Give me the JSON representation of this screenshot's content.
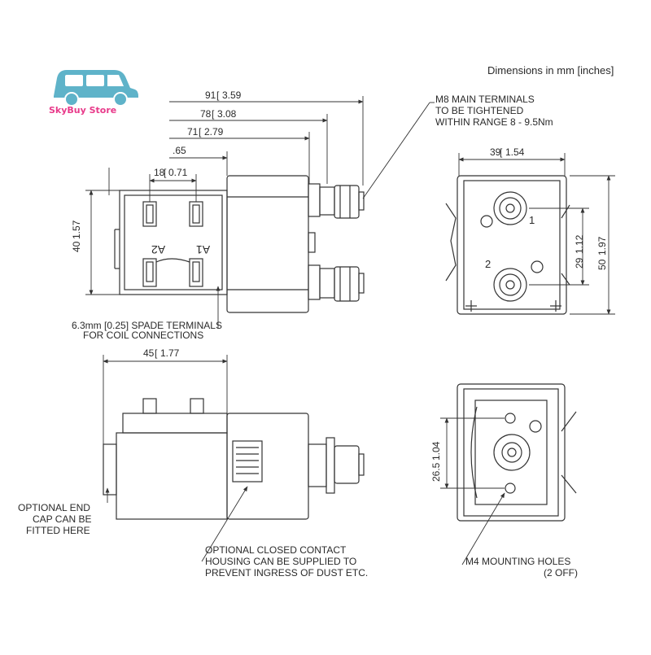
{
  "brand": {
    "store_name": "SkyBuy Store",
    "car_color": "#5fb3c9",
    "text_color": "#e83a8a"
  },
  "header": {
    "units_note": "Dimensions in mm [inches]"
  },
  "dimensions": {
    "overall_91": "91",
    "overall_91_in": "3.59",
    "overall_78": "78",
    "overall_78_in": "3.08",
    "overall_71": "71",
    "overall_71_in": "2.79",
    "partial_65": ".65",
    "spade_pitch": "18",
    "spade_pitch_in": "0.71",
    "height_40": "40",
    "height_40_in": "1.57",
    "width_39": "39",
    "width_39_in": "1.54",
    "terminal_pitch": "29",
    "terminal_pitch_in": "1.12",
    "height_50": "50",
    "height_50_in": "1.97",
    "length_45": "45",
    "length_45_in": "1.77",
    "mount_pitch": "26.5",
    "mount_pitch_in": "1.04"
  },
  "terminal_labels": {
    "a1": "A1",
    "a2": "A2",
    "t1": "1",
    "t2": "2"
  },
  "notes": {
    "main_terminals": [
      "M8 MAIN TERMINALS",
      "TO BE TIGHTENED",
      "WITHIN RANGE 8 - 9.5Nm"
    ],
    "spade_terminals": [
      "6.3mm [0.25] SPADE  TERMINALS",
      "FOR COIL CONNECTIONS"
    ],
    "end_cap": [
      "OPTIONAL END",
      "CAP CAN BE",
      "FITTED HERE"
    ],
    "contact_housing": [
      "OPTIONAL CLOSED CONTACT",
      "HOUSING CAN BE SUPPLIED TO",
      "PREVENT INGRESS OF DUST ETC."
    ],
    "mounting_holes": [
      "M4 MOUNTING HOLES",
      "(2 OFF)"
    ]
  }
}
